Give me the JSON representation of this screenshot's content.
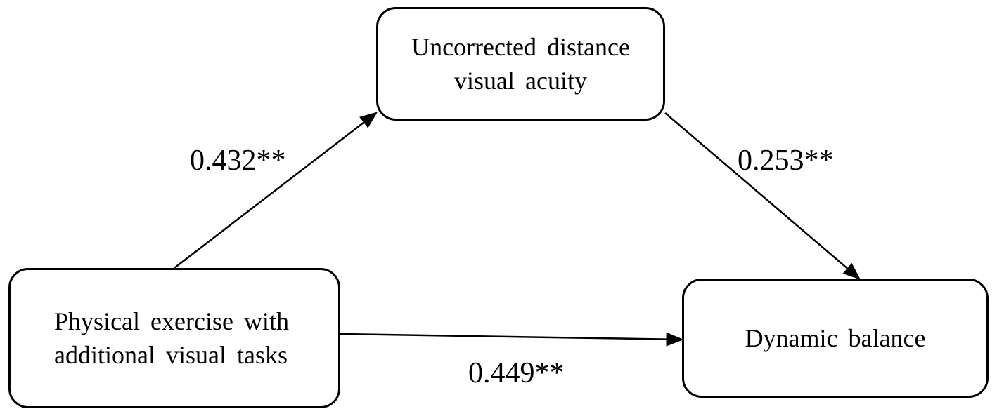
{
  "nodes": {
    "mediator": {
      "lines": [
        "Uncorrected  distance",
        "visual  acuity"
      ]
    },
    "predictor": {
      "lines": [
        "Physical  exercise  with",
        "additional  visual  tasks"
      ]
    },
    "outcome": {
      "lines": [
        "Dynamic balance"
      ]
    }
  },
  "paths": {
    "a": {
      "coefficient": "0.432**"
    },
    "b": {
      "coefficient": "0.253**"
    },
    "c": {
      "coefficient": "0.449**"
    }
  },
  "colors": {
    "stroke": "#000000",
    "background": "#ffffff"
  }
}
